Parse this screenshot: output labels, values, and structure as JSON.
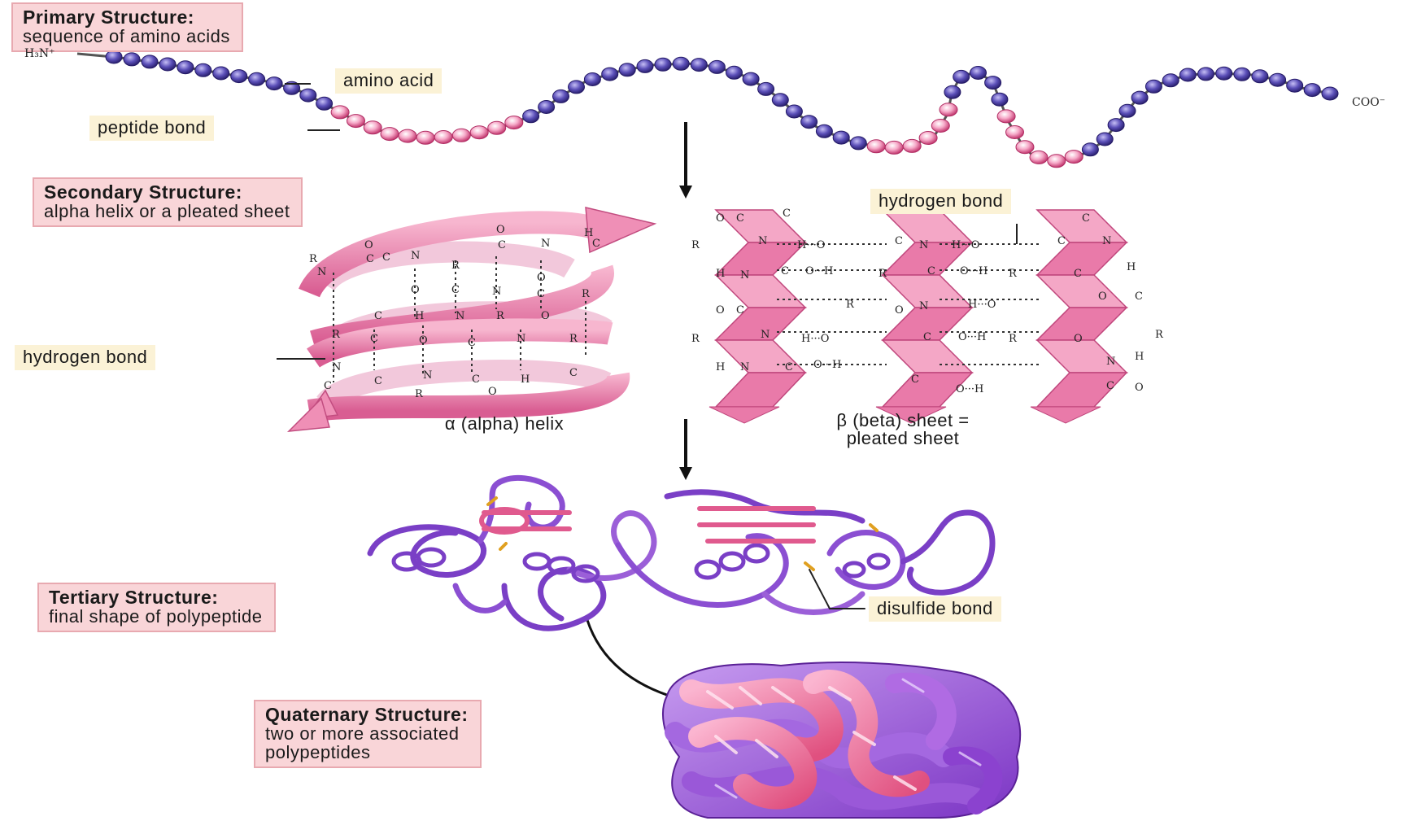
{
  "primary": {
    "title": "Primary Structure:",
    "subtitle": "sequence of amino acids",
    "n_terminus": "H₃N⁺",
    "c_terminus": "COO⁻",
    "label_amino_acid": "amino acid",
    "label_peptide_bond": "peptide bond"
  },
  "secondary": {
    "title": "Secondary Structure:",
    "subtitle": "alpha helix or a pleated sheet",
    "label_hydrogen_bond_helix": "hydrogen bond",
    "label_hydrogen_bond_sheet": "hydrogen bond",
    "helix_caption": "α (alpha) helix",
    "sheet_caption_line1": "β (beta) sheet =",
    "sheet_caption_line2": "pleated sheet"
  },
  "tertiary": {
    "title": "Tertiary Structure:",
    "subtitle": "final shape of polypeptide",
    "label_disulfide_bond": "disulfide bond"
  },
  "quaternary": {
    "title": "Quaternary Structure:",
    "subtitle_line1": "two or more associated",
    "subtitle_line2": "polypeptides"
  },
  "colors": {
    "purple_residue": "#5b4fb8",
    "pink_residue": "#e46b9d",
    "ribbon_pink": "#ef8fb6",
    "ribbon_purple": "#8a4fd0",
    "title_fill": "#f9d5d8",
    "label_fill": "#fbf2d6"
  }
}
